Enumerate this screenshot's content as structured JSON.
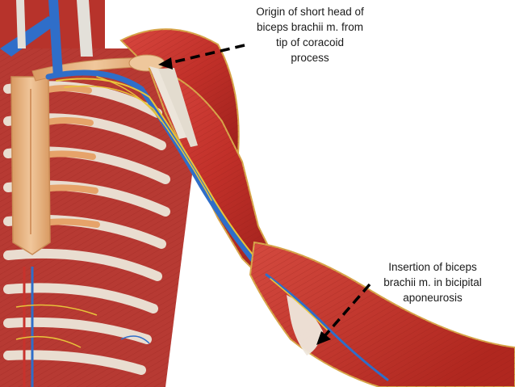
{
  "colors": {
    "background": "#ffffff",
    "muscle_red": "#c8322c",
    "muscle_dark": "#8f1c18",
    "tendon": "#eae2d6",
    "bone": "#e9b98a",
    "vein_blue": "#2f6ec9",
    "nerve_yellow": "#e8c43a",
    "skin_outline": "#d7a64a",
    "text": "#1a1a1a"
  },
  "annotations": {
    "origin": {
      "lines": [
        "Origin of short head of",
        "biceps brachii m. from",
        "tip of coracoid",
        "process"
      ]
    },
    "insertion": {
      "lines": [
        "Insertion of biceps",
        "brachii m. in bicipital",
        "aponeurosis"
      ]
    }
  },
  "illustration": {
    "subject": "anatomical illustration of anterior chest wall and right arm"
  }
}
